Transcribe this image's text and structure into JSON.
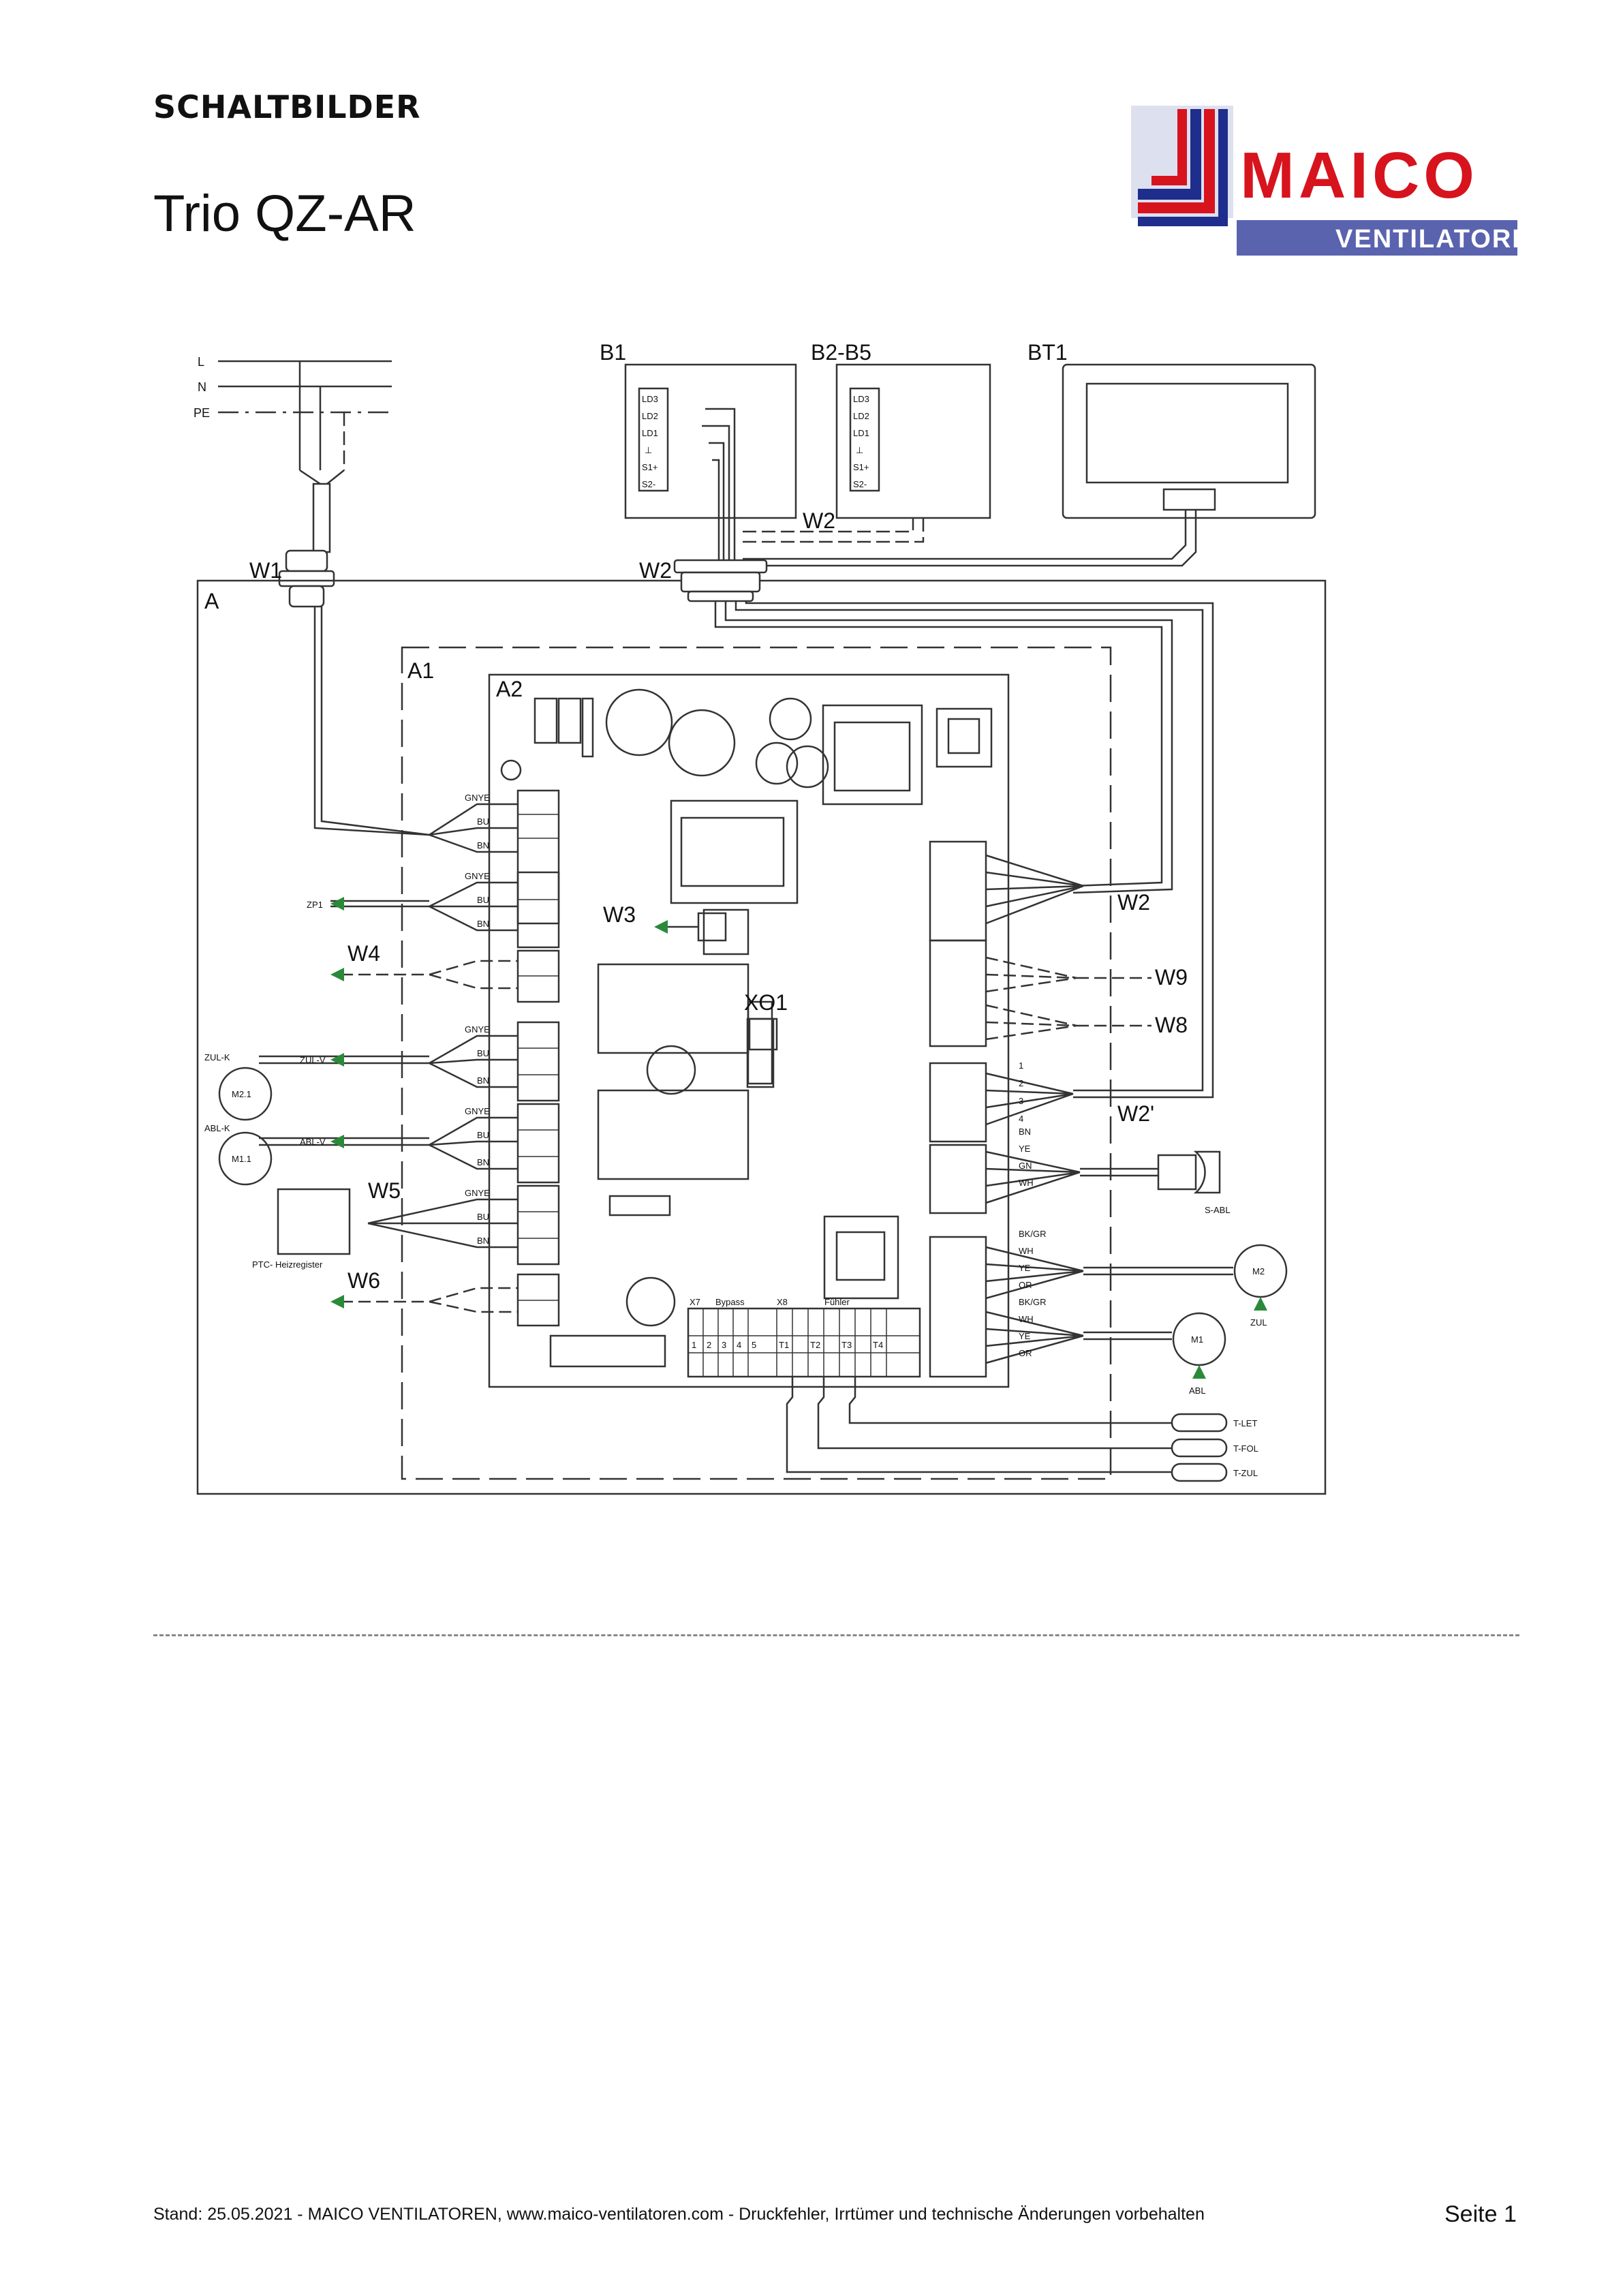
{
  "header": {
    "section_label": "SCHALTBILDER",
    "title": "Trio QZ-AR"
  },
  "logo": {
    "brand": "MAICO",
    "subtitle": "VENTILATOREN",
    "colors": {
      "red": "#d7131e",
      "blue": "#1f2d8c",
      "band": "#5a63ae"
    }
  },
  "diagram": {
    "mains": [
      "L",
      "N",
      "PE"
    ],
    "components": {
      "b1": "B1",
      "b2b5": "B2-B5",
      "bt1": "BT1",
      "a": "A",
      "a1": "A1",
      "a2": "A2",
      "xo1": "XO1",
      "m1": "M1",
      "m2": "M2",
      "m11": "M1.1",
      "m21": "M2.1",
      "ptc": "PTC- Heizregister",
      "s_abl": "S-ABL",
      "zul": "ZUL",
      "abl": "ABL",
      "zul_k": "ZUL-K",
      "abl_k": "ABL-K",
      "zul_v": "ZUL-V",
      "abl_v": "ABL-V",
      "zp1": "ZP1"
    },
    "cables": {
      "w1": "W1",
      "w2_top": "W2",
      "w2_gland": "W2",
      "w2_right": "W2",
      "w2_prime": "W2'",
      "w3": "W3",
      "w4": "W4",
      "w5": "W5",
      "w6": "W6",
      "w8": "W8",
      "w9": "W9"
    },
    "switch_labels": [
      "LD3",
      "LD2",
      "LD1",
      "⊥",
      "S1+",
      "S2-"
    ],
    "left_terminals": [
      "PE",
      "N",
      "L"
    ],
    "wire_colors_left": [
      "GNYE",
      "BU",
      "BN"
    ],
    "sensor_wires": [
      "BN",
      "YE",
      "GN",
      "WH"
    ],
    "motor_wires": [
      "BK/GR",
      "WH",
      "YE",
      "OR"
    ],
    "temp_sensors": [
      "T-LET",
      "T-FOL",
      "T-ZUL"
    ],
    "bottom_terminals": [
      "X7",
      "Bypass",
      "X8",
      "Fühler"
    ],
    "bottom_numbers": [
      "1",
      "2",
      "3",
      "4",
      "5",
      "T1",
      "T2",
      "T3",
      "T4"
    ],
    "right_numbers": [
      "1",
      "2",
      "3",
      "4"
    ]
  },
  "footer": {
    "text": "Stand: 25.05.2021 - MAICO VENTILATOREN, www.maico-ventilatoren.com - Druckfehler, Irrtümer und technische Änderungen vorbehalten",
    "page": "Seite 1"
  }
}
